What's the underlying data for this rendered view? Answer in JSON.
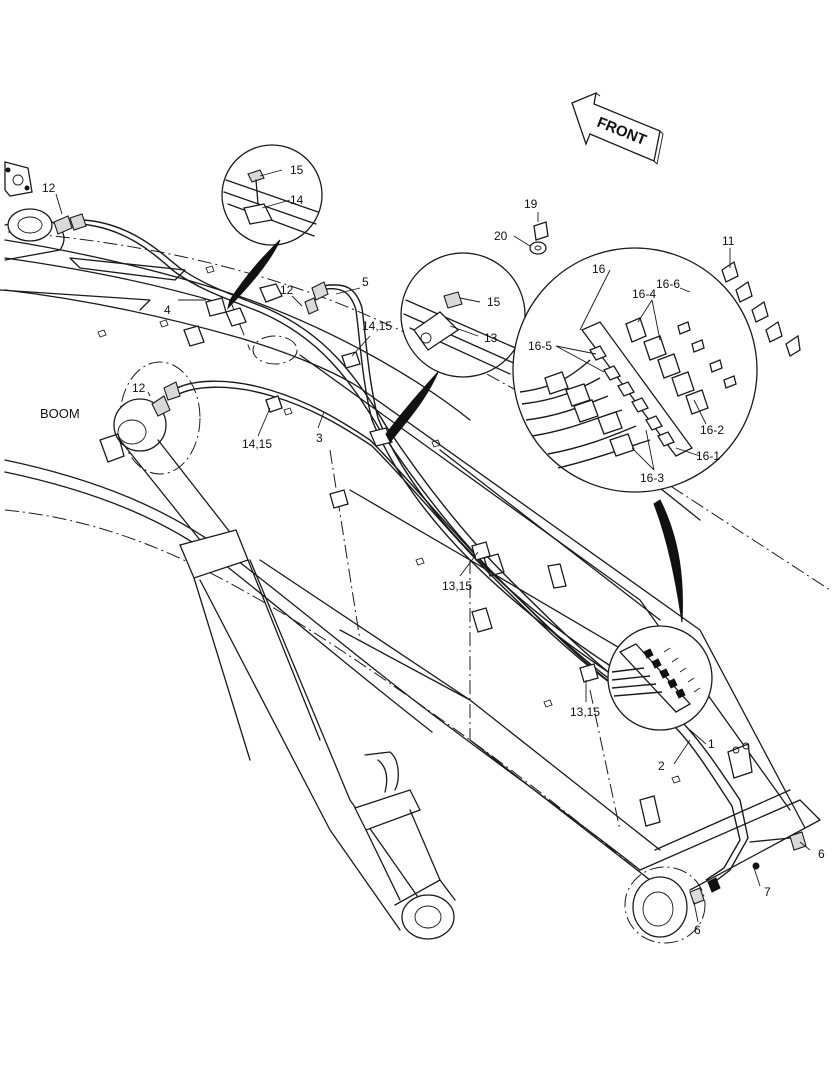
{
  "diagram": {
    "direction_label": "FRONT",
    "component_label": "BOOM",
    "callouts": {
      "c1": "1",
      "c2": "2",
      "c3": "3",
      "c4": "4",
      "c5": "5",
      "c6a": "6",
      "c6b": "6",
      "c7": "7",
      "c11": "11",
      "c12a": "12",
      "c12b": "12",
      "c12c": "12",
      "c13": "13",
      "c13_15a": "13,15",
      "c13_15b": "13,15",
      "c14": "14",
      "c14_15a": "14,15",
      "c14_15b": "14,15",
      "c15a": "15",
      "c15b": "15",
      "c16": "16",
      "c16_1": "16-1",
      "c16_2": "16-2",
      "c16_3": "16-3",
      "c16_4": "16-4",
      "c16_5": "16-5",
      "c16_6": "16-6",
      "c19": "19",
      "c20": "20"
    }
  }
}
